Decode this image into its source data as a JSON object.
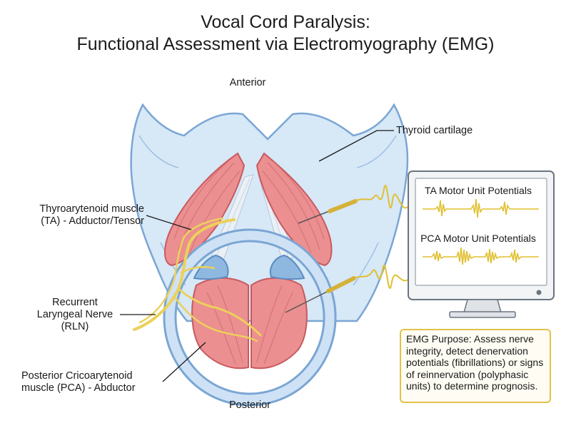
{
  "title": {
    "line1": "Vocal Cord Paralysis:",
    "line2": "Functional Assessment via Electromyography (EMG)"
  },
  "orientation": {
    "anterior": "Anterior",
    "posterior": "Posterior"
  },
  "labels": {
    "thyroid": "Thyroid cartilage",
    "ta_line1": "Thyroarytenoid muscle",
    "ta_line2": "(TA) - Adductor/Tensor",
    "rln_line1": "Recurrent",
    "rln_line2": "Laryngeal Nerve",
    "rln_line3": "(RLN)",
    "pca_line1": "Posterior Cricoarytenoid",
    "pca_line2": "muscle (PCA) - Abductor"
  },
  "monitor": {
    "ta_trace_label": "TA Motor Unit Potentials",
    "pca_trace_label": "PCA Motor Unit Potentials"
  },
  "emg_note": "EMG Purpose: Assess nerve integrity, detect denervation potentials (fibrillations) or signs of reinnervation (polyphasic units) to determine prognosis.",
  "colors": {
    "cartilage_fill": "#d7e8f7",
    "cartilage_stroke": "#7aa6d4",
    "muscle_fill": "#eb8f91",
    "muscle_stroke": "#c85a5e",
    "nerve": "#ecd15a",
    "signal": "#e0c030",
    "note_border": "#e3c14a"
  }
}
